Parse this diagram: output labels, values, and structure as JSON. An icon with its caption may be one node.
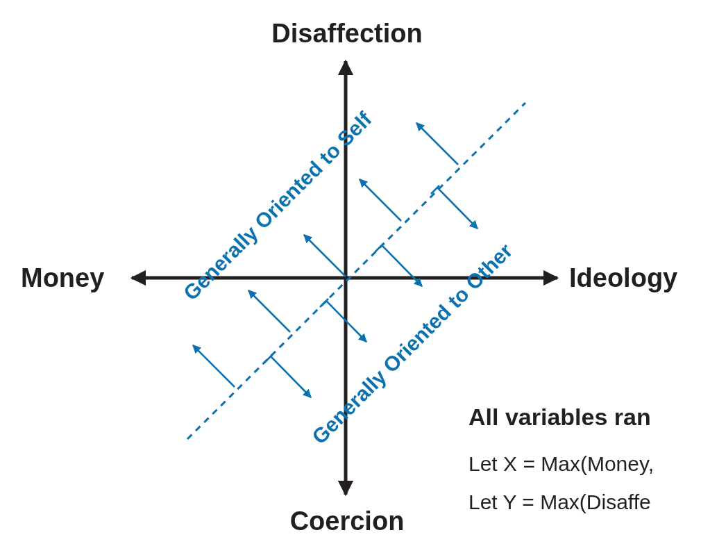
{
  "diagram": {
    "labels": [
      "Disaffection",
      "Money",
      "Ideology",
      "Coercion",
      "Generally Oriented to Self",
      "Generally Oriented to Other",
      "All variables ran",
      "Let X = Max(Money,",
      "Let Y = Max(Disaffe"
    ]
  }
}
